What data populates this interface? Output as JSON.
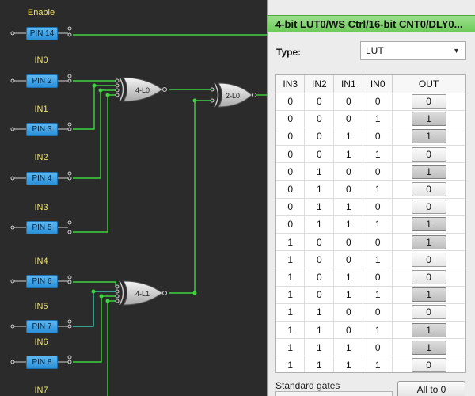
{
  "canvas": {
    "pins": [
      {
        "label": "Enable",
        "name": "PIN 14"
      },
      {
        "label": "IN0",
        "name": "PIN 2"
      },
      {
        "label": "IN1",
        "name": "PIN 3"
      },
      {
        "label": "IN2",
        "name": "PIN 4"
      },
      {
        "label": "IN3",
        "name": "PIN 5"
      },
      {
        "label": "IN4",
        "name": "PIN 6"
      },
      {
        "label": "IN5",
        "name": "PIN 7"
      },
      {
        "label": "IN6",
        "name": "PIN 8"
      },
      {
        "label": "IN7",
        "name": ""
      }
    ],
    "gates": {
      "lut4_0": "4-L0",
      "lut2_0": "2-L0",
      "lut4_1": "4-L1"
    },
    "colors": {
      "wire": "#3ed43e",
      "wire_alt": "#3fc7b4",
      "pin": "#3a9ee6",
      "label": "#f0e060",
      "background": "#2b2b2b"
    }
  },
  "panel": {
    "title": "4-bit LUT0/WS Ctrl/16-bit CNT0/DLY0...",
    "type_label": "Type:",
    "type_value": "LUT",
    "headers": [
      "IN3",
      "IN2",
      "IN1",
      "IN0",
      "OUT"
    ],
    "rows": [
      [
        "0",
        "0",
        "0",
        "0",
        "0"
      ],
      [
        "0",
        "0",
        "0",
        "1",
        "1"
      ],
      [
        "0",
        "0",
        "1",
        "0",
        "1"
      ],
      [
        "0",
        "0",
        "1",
        "1",
        "0"
      ],
      [
        "0",
        "1",
        "0",
        "0",
        "1"
      ],
      [
        "0",
        "1",
        "0",
        "1",
        "0"
      ],
      [
        "0",
        "1",
        "1",
        "0",
        "0"
      ],
      [
        "0",
        "1",
        "1",
        "1",
        "1"
      ],
      [
        "1",
        "0",
        "0",
        "0",
        "1"
      ],
      [
        "1",
        "0",
        "0",
        "1",
        "0"
      ],
      [
        "1",
        "0",
        "1",
        "0",
        "0"
      ],
      [
        "1",
        "0",
        "1",
        "1",
        "1"
      ],
      [
        "1",
        "1",
        "0",
        "0",
        "0"
      ],
      [
        "1",
        "1",
        "0",
        "1",
        "1"
      ],
      [
        "1",
        "1",
        "1",
        "0",
        "1"
      ],
      [
        "1",
        "1",
        "1",
        "1",
        "0"
      ]
    ],
    "standard_gates_label": "Standard gates",
    "all_to_0_label": "All to 0"
  }
}
